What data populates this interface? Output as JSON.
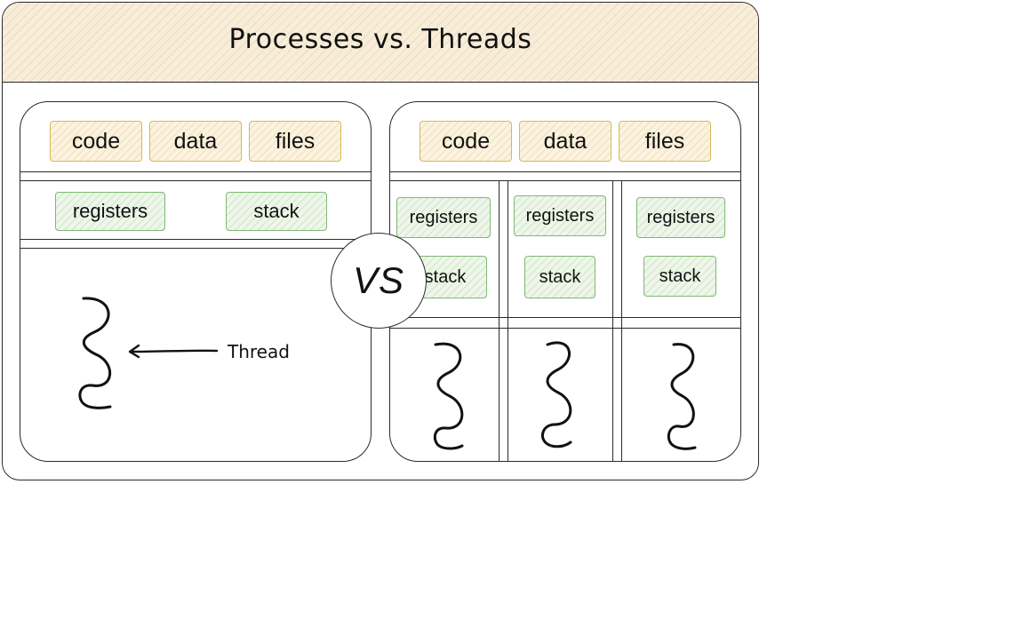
{
  "title": "Processes vs. Threads",
  "vs_label": "VS",
  "left": {
    "shared": [
      "code",
      "data",
      "files"
    ],
    "per_thread": [
      "registers",
      "stack"
    ],
    "thread_label": "Thread"
  },
  "right": {
    "shared": [
      "code",
      "data",
      "files"
    ],
    "threads": [
      {
        "registers": "registers",
        "stack": "stack"
      },
      {
        "registers": "registers",
        "stack": "stack"
      },
      {
        "registers": "registers",
        "stack": "stack"
      }
    ]
  },
  "colors": {
    "shared_chip_border": "#d7b75a",
    "thread_chip_border": "#7fb873",
    "title_fill": "#f7edd9",
    "outline": "#2a2a2a"
  }
}
